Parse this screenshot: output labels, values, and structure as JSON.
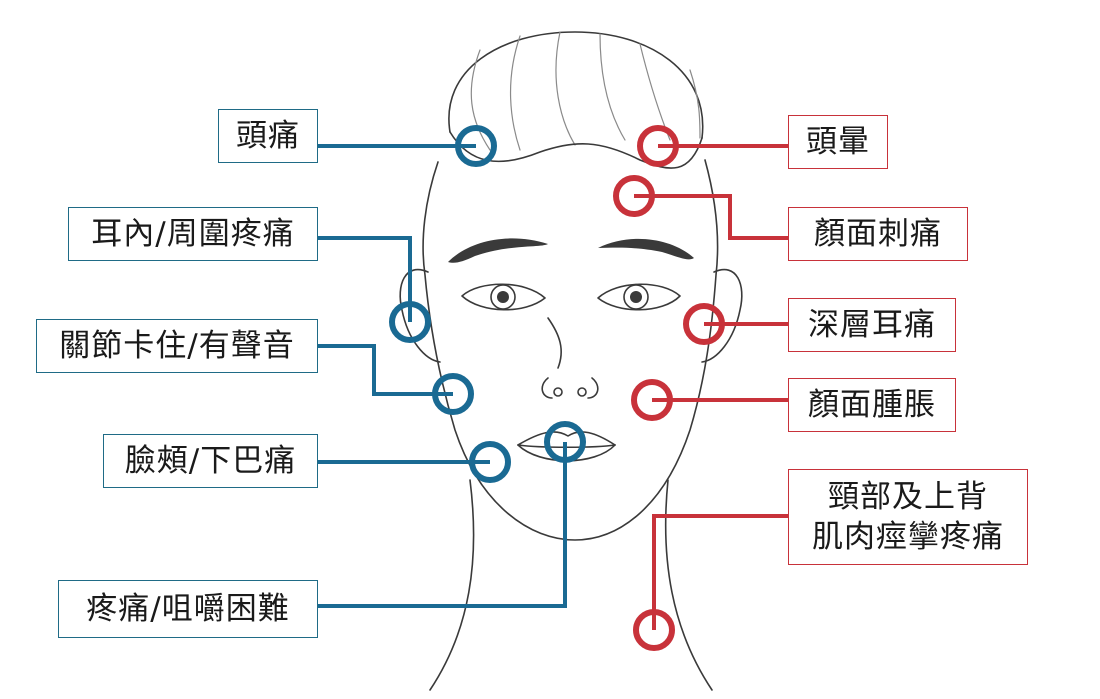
{
  "colors": {
    "left_accent": "#1a6a93",
    "right_accent": "#c8323a",
    "outline": "#3a3a3a"
  },
  "left_labels": [
    {
      "id": "headache",
      "text": "頭痛"
    },
    {
      "id": "ear-pain",
      "text": "耳內/周圍疼痛"
    },
    {
      "id": "joint-lock",
      "text": "關節卡住/有聲音"
    },
    {
      "id": "cheek-jaw",
      "text": "臉頰/下巴痛"
    },
    {
      "id": "chewing",
      "text": "疼痛/咀嚼困難"
    }
  ],
  "right_labels": [
    {
      "id": "dizziness",
      "text": "頭暈"
    },
    {
      "id": "facial-sting",
      "text": "顏面刺痛"
    },
    {
      "id": "deep-ear",
      "text": "深層耳痛"
    },
    {
      "id": "facial-swelling",
      "text": "顏面腫脹"
    },
    {
      "id": "neck-back",
      "line1": "頸部及上背",
      "line2": "肌肉痙攣疼痛"
    }
  ]
}
